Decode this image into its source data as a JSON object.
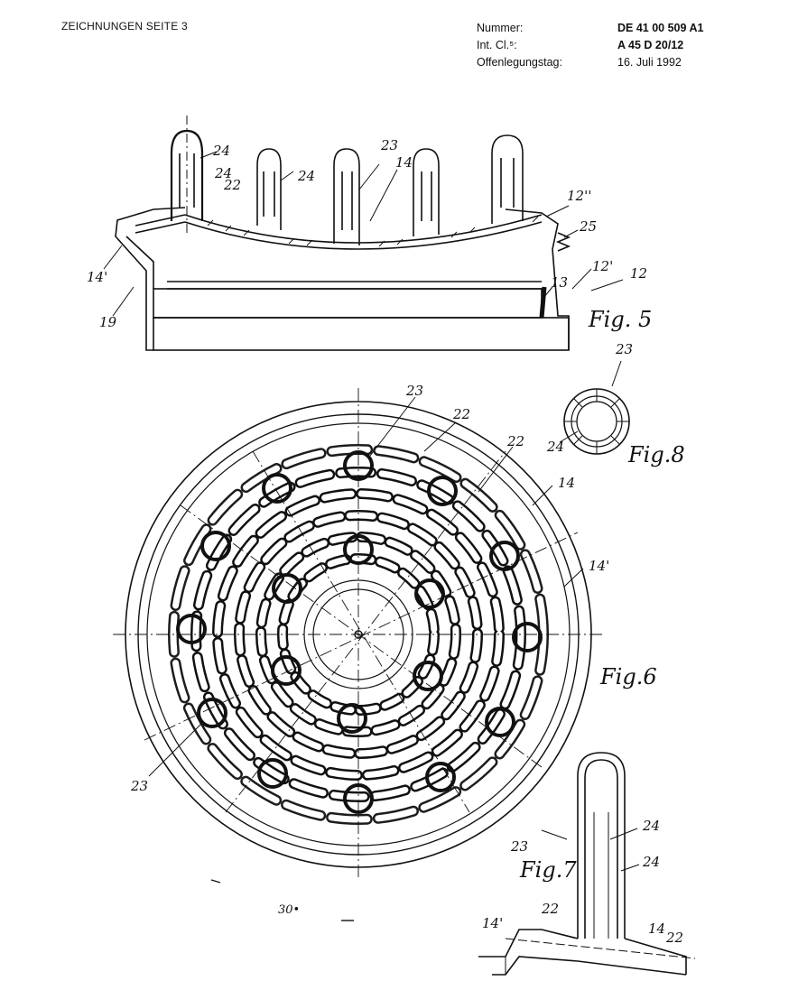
{
  "header": {
    "sheet_label": "ZEICHNUNGEN SEITE 3",
    "number_label": "Nummer:",
    "number_value": "DE 41 00 509  A1",
    "intcl_label": "Int. Cl.⁵:",
    "intcl_value": "A 45 D  20/12",
    "date_label": "Offenlegungstag:",
    "date_value": "16. Juli 1992"
  },
  "figures": {
    "fig5": {
      "caption": "Fig. 5",
      "refs": {
        "r24a": "24",
        "r24b": "24",
        "r24c": "24",
        "r23": "23",
        "r14": "14",
        "r22": "22",
        "r12pp": "12''",
        "r25": "25",
        "r14p": "14'",
        "r12p": "12'",
        "r12": "12",
        "r13": "13",
        "r19": "19"
      }
    },
    "fig6": {
      "caption": "Fig.6",
      "refs": {
        "r23top": "23",
        "r22a": "22",
        "r22b": "22",
        "r14": "14",
        "r14p": "14'",
        "r23bottom": "23"
      }
    },
    "fig7": {
      "caption": "Fig.7",
      "refs": {
        "r23": "23",
        "r24a": "24",
        "r24b": "24",
        "r14p": "14'",
        "r22a": "22",
        "r14": "14",
        "r22b": "22"
      }
    },
    "fig8": {
      "caption": "Fig.8",
      "refs": {
        "r23": "23",
        "r24": "24"
      }
    }
  },
  "footer_mark": "30•"
}
